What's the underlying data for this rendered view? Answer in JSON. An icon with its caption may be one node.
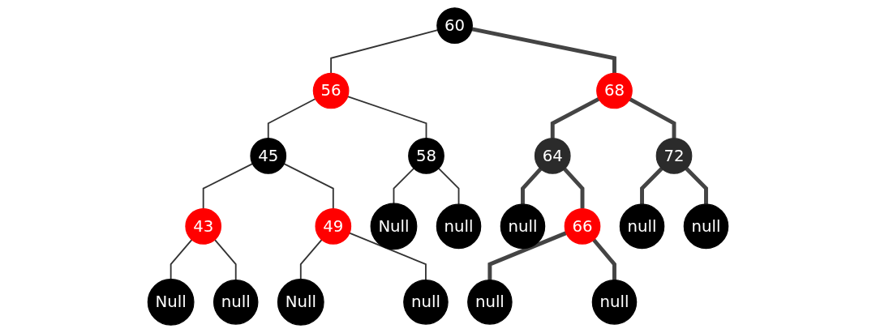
{
  "diagram": {
    "nodes": [
      {
        "text": [
          "60"
        ]
      },
      {
        "text": [
          "56"
        ]
      },
      {
        "text": [
          "68"
        ]
      },
      {
        "text": [
          "45"
        ]
      },
      {
        "text": [
          "58"
        ]
      },
      {
        "text": [
          "64"
        ]
      },
      {
        "text": [
          "72"
        ]
      },
      {
        "text": [
          "43"
        ]
      },
      {
        "text": [
          "49"
        ]
      },
      {
        "text": [
          "Null"
        ]
      },
      {
        "text": [
          "null"
        ]
      },
      {
        "text": [
          "null"
        ]
      },
      {
        "text": [
          "66"
        ]
      },
      {
        "text": [
          "null"
        ]
      },
      {
        "text": [
          "null"
        ]
      },
      {
        "text": [
          "Null"
        ]
      },
      {
        "text": [
          "null"
        ]
      },
      {
        "text": [
          "Null"
        ]
      },
      {
        "text": [
          "null"
        ]
      },
      {
        "text": [
          "null"
        ]
      },
      {
        "text": [
          "null"
        ]
      }
    ],
    "edges": [
      {
        "from": 0,
        "to": 1,
        "arrow": "none"
      },
      {
        "from": 0,
        "to": 2,
        "arrow": "none",
        "style": "thick"
      },
      {
        "from": 1,
        "to": 3,
        "arrow": "none"
      },
      {
        "from": 1,
        "to": 4,
        "arrow": "none"
      },
      {
        "from": 2,
        "to": 5,
        "arrow": "none",
        "style": "thick"
      },
      {
        "from": 2,
        "to": 6,
        "arrow": "none",
        "style": "thick"
      },
      {
        "from": 3,
        "to": 7,
        "arrow": "none"
      },
      {
        "from": 3,
        "to": 8,
        "arrow": "none"
      },
      {
        "from": 4,
        "to": 9,
        "arrow": "none"
      },
      {
        "from": 4,
        "to": 10,
        "arrow": "none"
      },
      {
        "from": 5,
        "to": 11,
        "arrow": "none",
        "style": "thick"
      },
      {
        "from": 5,
        "to": 12,
        "arrow": "none",
        "style": "thick"
      },
      {
        "from": 6,
        "to": 13,
        "arrow": "none",
        "style": "thick"
      },
      {
        "from": 6,
        "to": 14,
        "arrow": "none",
        "style": "thick"
      },
      {
        "from": 7,
        "to": 15,
        "arrow": "none"
      },
      {
        "from": 7,
        "to": 16,
        "arrow": "none"
      },
      {
        "from": 8,
        "to": 17,
        "arrow": "none"
      },
      {
        "from": 8,
        "to": 18,
        "arrow": "none"
      },
      {
        "from": 12,
        "to": 19,
        "arrow": "none",
        "style": "thick"
      },
      {
        "from": 12,
        "to": 20,
        "arrow": "none",
        "style": "thick"
      }
    ]
  }
}
